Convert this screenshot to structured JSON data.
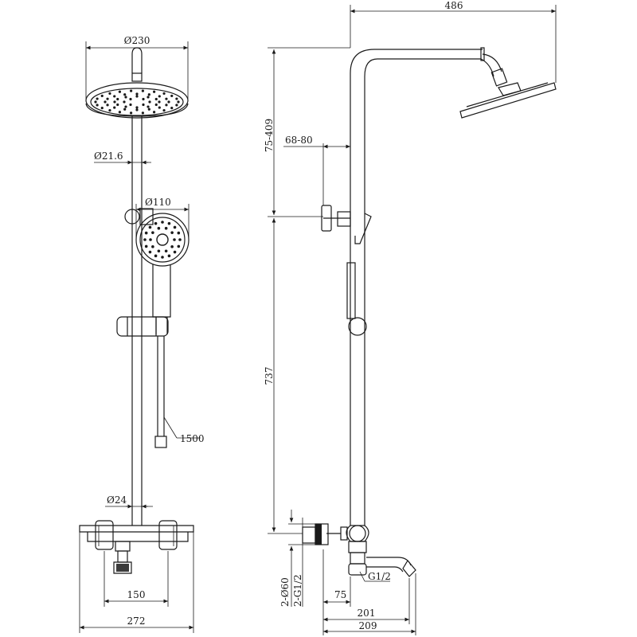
{
  "dimensions": {
    "head_diameter": "Ø230",
    "riser_diameter": "Ø21.6",
    "handshower_diameter": "Ø110",
    "hose_length": "1500",
    "valve_pipe_diameter": "Ø24",
    "valve_spacing": "150",
    "valve_width": "272",
    "arm_reach": "486",
    "slide_offset": "68-80",
    "head_height_adjust": "75-409",
    "riser_height": "737",
    "escutcheon_diameter": "2-Ø60",
    "inlet_thread": "2-G1/2",
    "wall_offset": "75",
    "spout_thread": "G1/2",
    "spout_reach_a": "201",
    "spout_reach_b": "209"
  }
}
